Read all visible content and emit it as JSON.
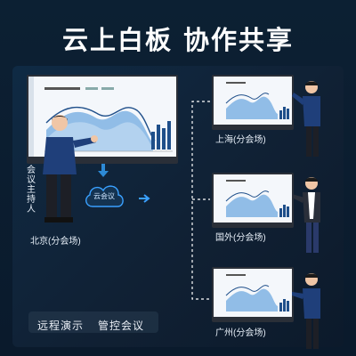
{
  "title": "云上白板  协作共享",
  "host": {
    "role_label": "会议主持人",
    "location_label": "北京(分会场)"
  },
  "cloud": {
    "label": "云会议",
    "icon": "cloud-icon"
  },
  "branches": [
    {
      "label": "上海(分会场)"
    },
    {
      "label": "国外(分会场)"
    },
    {
      "label": "广州(分会场)"
    }
  ],
  "features": [
    {
      "label": "远程演示"
    },
    {
      "label": "管控会议"
    }
  ],
  "colors": {
    "background": "#0c2033",
    "chart_fill": "#7fb3e3",
    "chart_line": "#1f4f8a",
    "accent": "#2d8ad6"
  }
}
